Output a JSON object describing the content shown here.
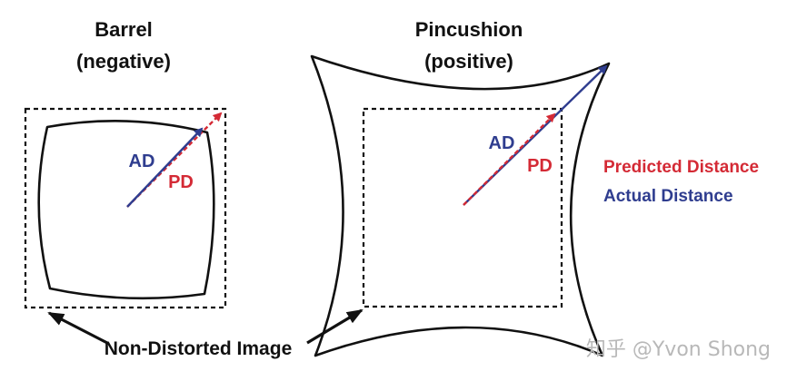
{
  "barrel": {
    "title_line1": "Barrel",
    "title_line2": "(negative)",
    "ad_label": "AD",
    "pd_label": "PD"
  },
  "pincushion": {
    "title_line1": "Pincushion",
    "title_line2": "(positive)",
    "ad_label": "AD",
    "pd_label": "PD"
  },
  "legend": {
    "predicted": "Predicted Distance",
    "actual": "Actual Distance"
  },
  "footer": {
    "non_distorted_label": "Non-Distorted Image"
  },
  "watermark": {
    "text": "知乎 @Yvon Shong"
  },
  "colors": {
    "predicted": "#d42a35",
    "actual": "#2f3d8f",
    "outline": "#111111",
    "watermark": "#b8b8b8"
  }
}
